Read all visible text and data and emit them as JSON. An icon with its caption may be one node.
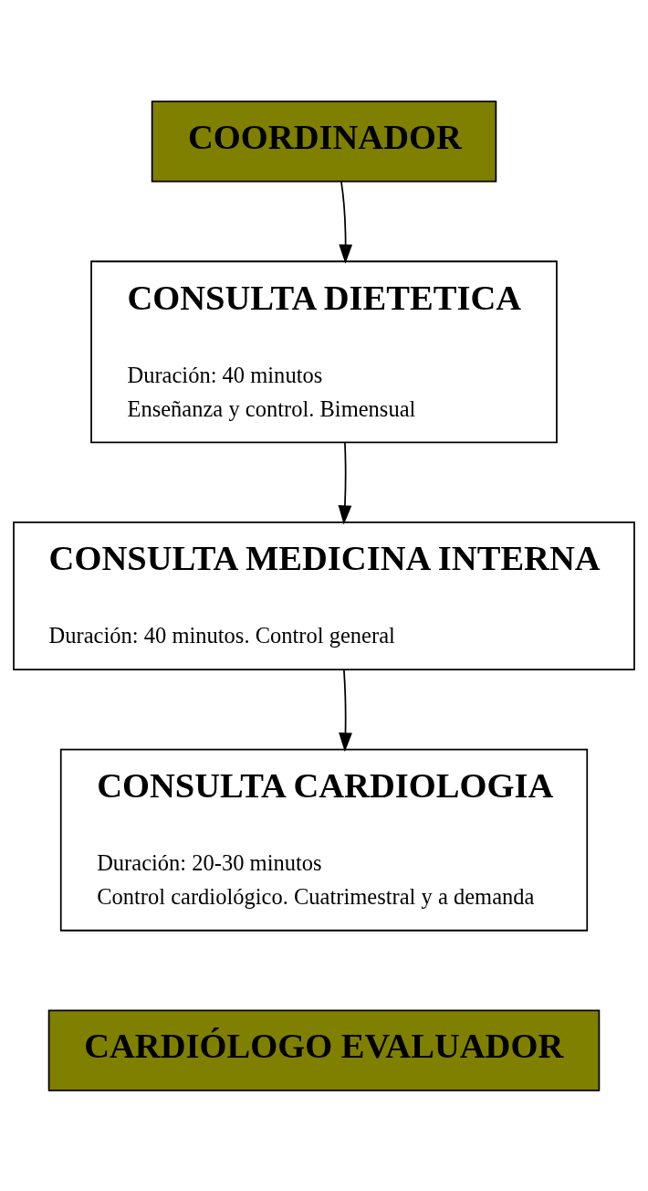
{
  "diagram": {
    "nodes": [
      {
        "text": [
          "COORDINADOR"
        ]
      },
      {
        "text": [
          "CONSULTA DIETETICA",
          "Duración: 40 minutos",
          "Enseñanza y control. Bimensual"
        ]
      },
      {
        "text": [
          "CONSULTA MEDICINA INTERNA",
          "Duración: 40 minutos. Control general"
        ]
      },
      {
        "text": [
          "CONSULTA CARDIOLOGIA",
          "Duración: 20-30 minutos",
          "Control cardiológico. Cuatrimestral y a demanda"
        ]
      },
      {
        "text": [
          "CARDIÓLOGO EVALUADOR"
        ]
      }
    ],
    "edges": [
      {
        "from": 0,
        "to": 1,
        "arrow": "to"
      },
      {
        "from": 1,
        "to": 2,
        "arrow": "to"
      },
      {
        "from": 2,
        "to": 3,
        "arrow": "to"
      }
    ]
  }
}
